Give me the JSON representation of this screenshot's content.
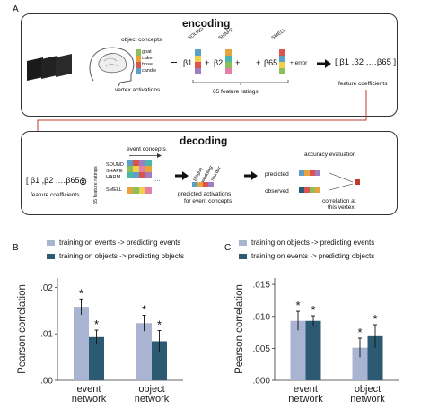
{
  "panel_a": {
    "letter": "A",
    "encoding": {
      "title": "encoding",
      "object_concepts_label": "object concepts",
      "object_words": [
        "goat",
        "cake",
        "hose",
        "candle"
      ],
      "vertex_activations_label": "vertex activations",
      "equals": "=",
      "beta1": "β1",
      "beta2": "β2",
      "beta65": "β65",
      "plus": "+",
      "ellipsis": "…",
      "error": "+ error",
      "sound_label": "SOUND",
      "shape_label": "SHAPE",
      "smell_label": "SMELL",
      "feature_ratings_label": "65 feature ratings",
      "coef_set": "[ β1 ,β2 ,…β65 ]",
      "feature_coefficients_label": "feature coefficients"
    },
    "decoding": {
      "title": "decoding",
      "coef_set": "[ β1 ,β2 ,…β65 ]",
      "feature_coefficients_label": "feature coefficients",
      "otimes": "⊗",
      "feature_ratings_vertical": "65 feature ratings",
      "event_concepts_label": "event concepts",
      "row_labels": [
        "SOUND",
        "SHAPE",
        "HARM",
        "SMELL"
      ],
      "rotated_words": [
        "plague",
        "wedding",
        "murder"
      ],
      "predicted_activations_label": "predicted activations",
      "for_event_concepts_label": "for event concepts",
      "accuracy_evaluation_label": "accuracy evaluation",
      "predicted_label": "predicted",
      "observed_label": "observed",
      "correlation_label": "correlation at",
      "this_vertex_label": "this vertex"
    }
  },
  "colors": {
    "light_bar": "#a9b4d3",
    "dark_bar": "#2c5a73",
    "arrow_red": "#c0392b",
    "cell_palette": [
      "#5aa0c8",
      "#e8a33c",
      "#d9534f",
      "#8cbf5a",
      "#a07cc0",
      "#f0d04a",
      "#4db6ac",
      "#e57fa8"
    ]
  },
  "chart_data": [
    {
      "type": "bar",
      "panel_letter": "B",
      "ylabel": "Pearson correlation",
      "ylim": [
        0,
        0.022
      ],
      "yticks": [
        0,
        0.01,
        0.02
      ],
      "ytick_labels": [
        ".00",
        ".01",
        ".02"
      ],
      "categories": [
        "event network",
        "object network"
      ],
      "category_lines": [
        [
          "event",
          "network"
        ],
        [
          "object",
          "network"
        ]
      ],
      "series": [
        {
          "name": "training on events -> predicting events",
          "values": [
            0.0158,
            0.0123
          ],
          "errors": [
            0.0017,
            0.0017
          ],
          "color": "#a9b4d3",
          "significant": [
            true,
            true
          ]
        },
        {
          "name": "training on objects -> predicting objects",
          "values": [
            0.0093,
            0.0084
          ],
          "errors": [
            0.0015,
            0.0023
          ],
          "color": "#2c5a73",
          "significant": [
            true,
            true
          ]
        }
      ],
      "legend_position": "top",
      "grid": false
    },
    {
      "type": "bar",
      "panel_letter": "C",
      "ylabel": "Pearson correlation",
      "ylim": [
        0,
        0.016
      ],
      "yticks": [
        0,
        0.005,
        0.01,
        0.015
      ],
      "ytick_labels": [
        ".000",
        ".005",
        ".010",
        ".015"
      ],
      "categories": [
        "event network",
        "object network"
      ],
      "category_lines": [
        [
          "event",
          "network"
        ],
        [
          "object",
          "network"
        ]
      ],
      "series": [
        {
          "name": "training on objects -> predicting events",
          "values": [
            0.0093,
            0.0051
          ],
          "errors": [
            0.0015,
            0.0015
          ],
          "color": "#a9b4d3",
          "significant": [
            true,
            true
          ]
        },
        {
          "name": "training on events -> predicting objects",
          "values": [
            0.0093,
            0.0069
          ],
          "errors": [
            0.0008,
            0.0018
          ],
          "color": "#2c5a73",
          "significant": [
            true,
            true
          ]
        }
      ],
      "legend_position": "top",
      "grid": false
    }
  ]
}
